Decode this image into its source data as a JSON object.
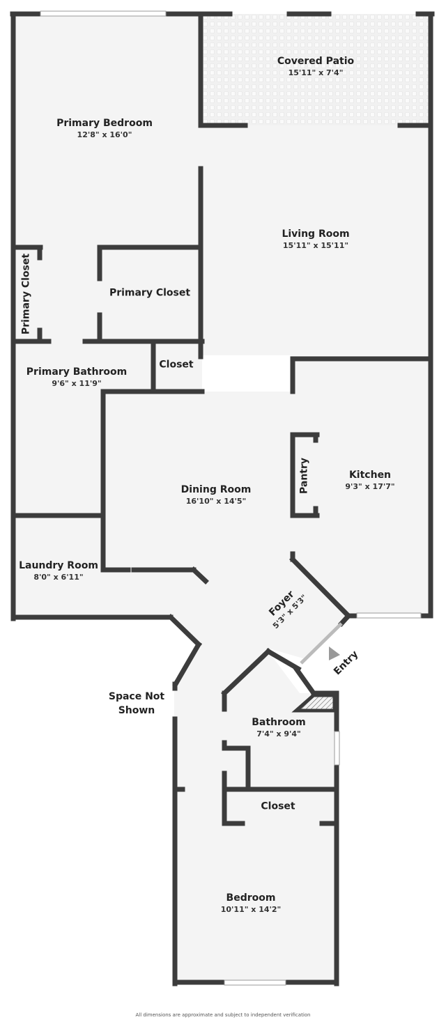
{
  "colors": {
    "wall": "#3c3c3c",
    "floor": "#f4f4f4",
    "patio": "#f1f1f1",
    "entry_arrow": "#999999"
  },
  "rooms": {
    "primary_bedroom": {
      "name": "Primary Bedroom",
      "dim": "12'8\" x 16'0\""
    },
    "covered_patio": {
      "name": "Covered Patio",
      "dim": "15'11\" x 7'4\""
    },
    "living_room": {
      "name": "Living Room",
      "dim": "15'11\" x 15'11\""
    },
    "primary_closet_left": {
      "name": "Primary Closet"
    },
    "primary_closet_right": {
      "name": "Primary Closet"
    },
    "primary_bathroom": {
      "name": "Primary Bathroom",
      "dim": "9'6\" x 11'9\""
    },
    "closet_upper": {
      "name": "Closet"
    },
    "pantry": {
      "name": "Pantry"
    },
    "kitchen": {
      "name": "Kitchen",
      "dim": "9'3\" x 17'7\""
    },
    "dining_room": {
      "name": "Dining Room",
      "dim": "16'10\" x 14'5\""
    },
    "laundry_room": {
      "name": "Laundry Room",
      "dim": "8'0\" x 6'11\""
    },
    "foyer": {
      "name": "Foyer",
      "dim": "5'3\" x 5'3\""
    },
    "entry": {
      "name": "Entry"
    },
    "space_not_shown": {
      "name": "Space Not Shown"
    },
    "bathroom": {
      "name": "Bathroom",
      "dim": "7'4\" x 9'4\""
    },
    "closet_lower": {
      "name": "Closet"
    },
    "bedroom": {
      "name": "Bedroom",
      "dim": "10'11\" x 14'2\""
    }
  },
  "footer": {
    "disclaimer": "All dimensions are approximate and subject to independent verification"
  }
}
